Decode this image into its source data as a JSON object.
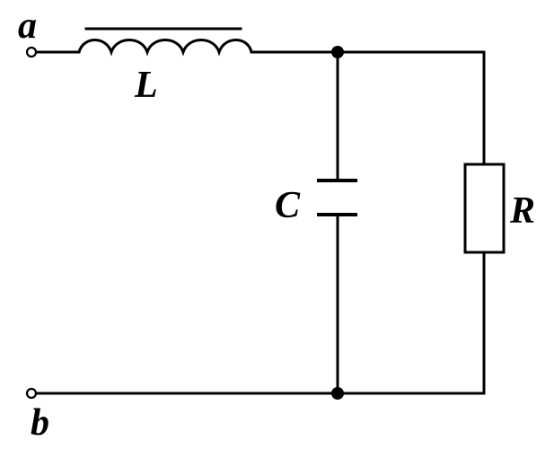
{
  "labels": {
    "terminal_a": "a",
    "terminal_b": "b",
    "inductor": "L",
    "capacitor": "C",
    "resistor": "R"
  },
  "colors": {
    "line": "#000000",
    "background": "#ffffff"
  }
}
